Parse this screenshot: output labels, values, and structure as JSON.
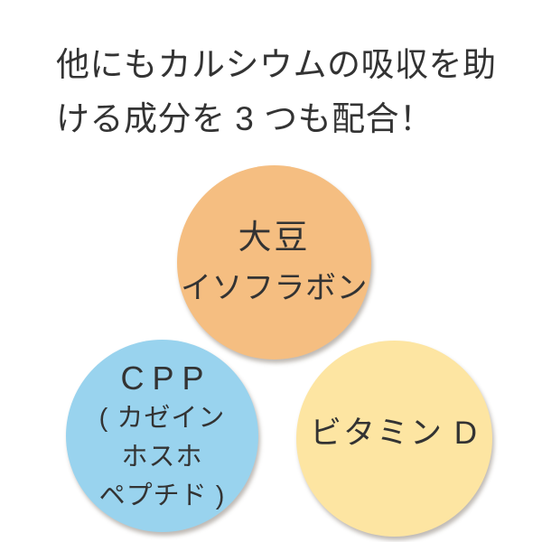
{
  "background_color": "#ffffff",
  "text_color": "#333333",
  "heading": {
    "line1": "他にもカルシウムの吸収を助",
    "line2": "ける成分を 3 つも配合！"
  },
  "circles": {
    "soy_isoflavone": {
      "color": "#f5be81",
      "line1": "大豆",
      "line2": "イソフラボン"
    },
    "cpp": {
      "color": "#99d3ee",
      "line1": "CPP",
      "line2": "( カゼイン",
      "line3": "ホスホ",
      "line4": "ペプチド )"
    },
    "vitamin_d": {
      "color": "#fde5a2",
      "line1": "ビタミン D"
    }
  }
}
